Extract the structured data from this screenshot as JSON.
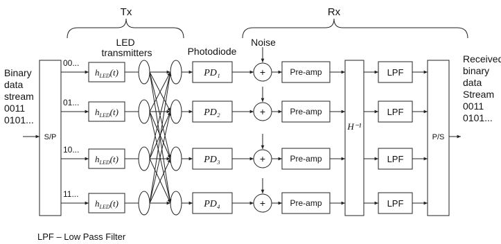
{
  "labels": {
    "tx": "Tx",
    "rx": "Rx",
    "led_transmitters": [
      "LED",
      "transmitters"
    ],
    "photodiode": "Photodiode",
    "noise": "Noise",
    "input": [
      "Binary",
      "data",
      "stream",
      "0011",
      "0101..."
    ],
    "output": [
      "Received",
      "binary",
      "data",
      "Stream",
      "0011",
      "0101..."
    ],
    "sp": "S/P",
    "ps": "P/S",
    "hinv": "H⁻¹",
    "footnote": "LPF – Low Pass Filter"
  },
  "channels": [
    {
      "bits": "00...",
      "hled": "h_LED(t)",
      "pd": "PD₁",
      "sum": "+",
      "preamp": "Pre-amp",
      "lpf": "LPF"
    },
    {
      "bits": "01...",
      "hled": "h_LED(t)",
      "pd": "PD₂",
      "sum": "+",
      "preamp": "Pre-amp",
      "lpf": "LPF"
    },
    {
      "bits": "10...",
      "hled": "h_LED(t)",
      "pd": "PD₃",
      "sum": "+",
      "preamp": "Pre-amp",
      "lpf": "LPF"
    },
    {
      "bits": "11...",
      "hled": "h_LED(t)",
      "pd": "PD₄",
      "sum": "+",
      "preamp": "Pre-amp",
      "lpf": "LPF"
    }
  ],
  "colors": {
    "ink": "#222222",
    "background": "#ffffff"
  }
}
